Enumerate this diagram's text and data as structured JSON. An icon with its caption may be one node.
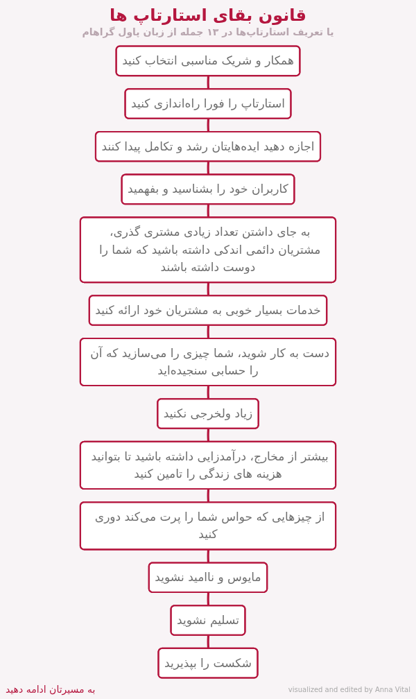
{
  "diagram": {
    "title": "قانون بقای استارتاپ ها",
    "nodes": [
      {
        "text": [
          "استارتاپ را فورا راه‌اندازی کنید"
        ]
      },
      {
        "text": [
          "همکار و شریک مناسبی انتخاب کنید"
        ]
      },
      {
        "text": [
          "اجازه دهید ایده‌هایتان رشد و تکامل پیدا کنند"
        ]
      },
      {
        "text": [
          "کاربران خود را بشناسید و بفهمید"
        ]
      },
      {
        "text": [
          "به جای داشتن تعداد زیادی مشتری گذری، مشتریان دائمی اندکی داشته باشید که شما را دوست داشته باشند"
        ]
      },
      {
        "text": [
          "زیاد ولخرجی نکنید"
        ]
      },
      {
        "text": [
          "دست به کار شوید، شما چیزی را می‌سازید که آن را حسابی سنجیده‌اید"
        ]
      },
      {
        "text": [
          "خدمات بسیار خوبی به مشتریان خود ارائه کنید"
        ]
      },
      {
        "text": [
          "بیشتر از مخارج، درآمدزایی داشته باشید تا بتوانید هزینه های زندگی را تامین کنید"
        ]
      },
      {
        "text": [
          "از چیزهایی که حواس شما را پرت می‌کند دوری کنید"
        ]
      },
      {
        "text": [
          "مایوس و ناامید نشوید"
        ]
      },
      {
        "text": [
          "شکست را بپذیرید"
        ]
      },
      {
        "text": [
          "تسلیم نشوید"
        ]
      }
    ],
    "edges": [
      {
        "from": 1,
        "to": 0,
        "arrow": "none"
      },
      {
        "from": 0,
        "to": 2,
        "arrow": "none"
      },
      {
        "from": 2,
        "to": 3,
        "arrow": "none"
      },
      {
        "from": 3,
        "to": 4,
        "arrow": "none"
      },
      {
        "from": 4,
        "to": 7,
        "arrow": "none"
      },
      {
        "from": 7,
        "to": 6,
        "arrow": "none"
      },
      {
        "from": 6,
        "to": 5,
        "arrow": "none"
      },
      {
        "from": 5,
        "to": 8,
        "arrow": "none"
      },
      {
        "from": 8,
        "to": 9,
        "arrow": "none"
      },
      {
        "from": 9,
        "to": 10,
        "arrow": "none"
      },
      {
        "from": 10,
        "to": 12,
        "arrow": "none"
      },
      {
        "from": 12,
        "to": 11,
        "arrow": "none"
      }
    ],
    "labels": [
      "یا تعریف استارتاپ‌ها در ۱۳ جمله از زبان پاول گراهام",
      "به مسیرتان ادامه دهید",
      "visualized and edited by Anna Vital"
    ]
  }
}
